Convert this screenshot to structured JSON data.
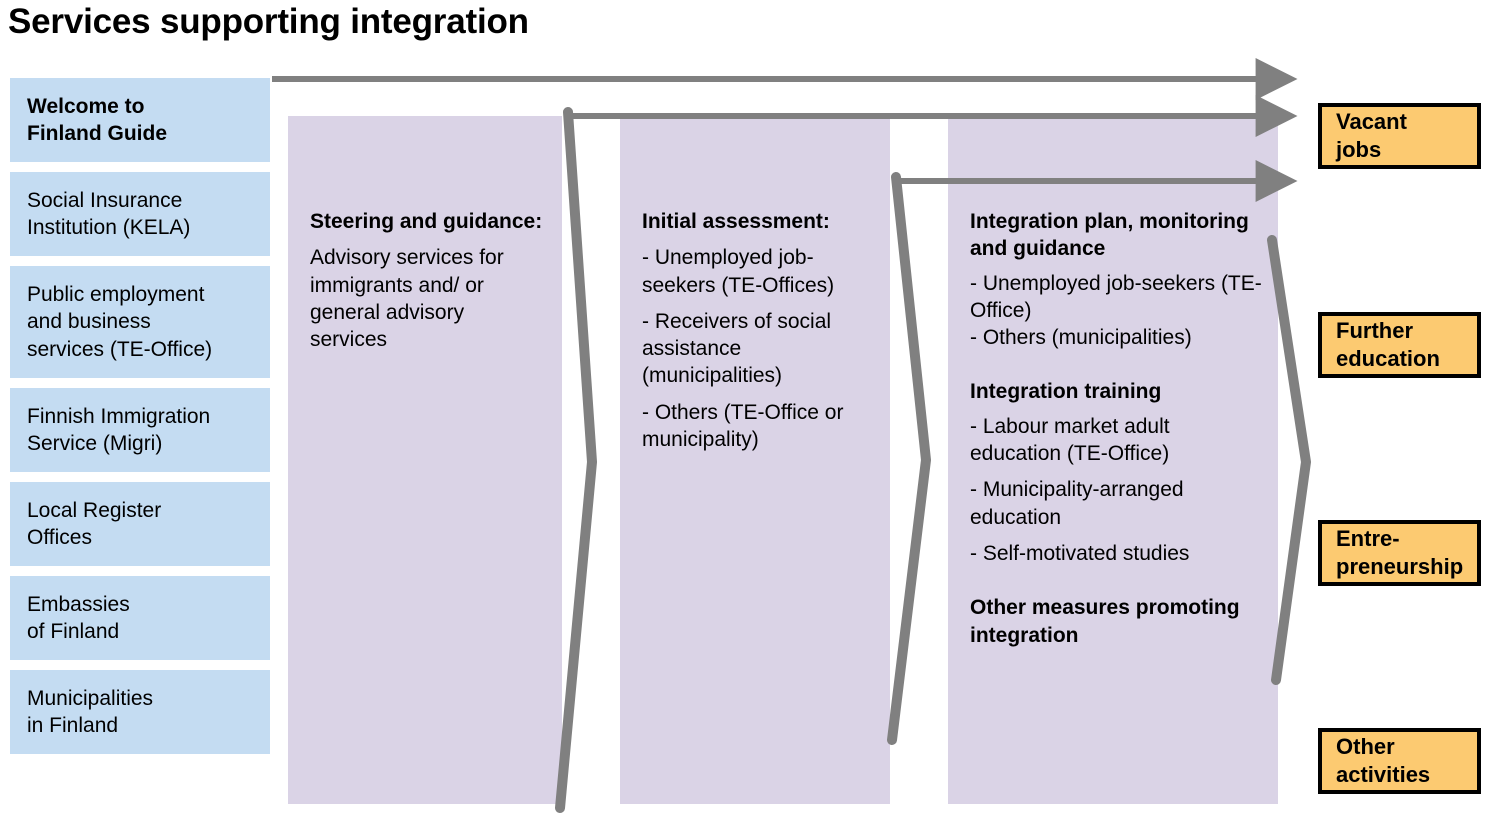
{
  "title": "Services supporting integration",
  "colors": {
    "actor_box": "#c4dcf2",
    "process_column": "#dad3e6",
    "outcome_box": "#fcca71",
    "outcome_border": "#000000",
    "arrow": "#808080"
  },
  "sidebar": {
    "items": [
      {
        "lines": [
          "Welcome to",
          "Finland Guide"
        ],
        "bold": true
      },
      {
        "lines": [
          "Social Insurance",
          "Institution (KELA)"
        ],
        "bold": false
      },
      {
        "lines": [
          "Public employment",
          "and business",
          "services (TE-Office)"
        ],
        "bold": false
      },
      {
        "lines": [
          "Finnish Immigration",
          "Service (Migri)"
        ],
        "bold": false
      },
      {
        "lines": [
          "Local Register",
          "Offices"
        ],
        "bold": false
      },
      {
        "lines": [
          "Embassies",
          "of Finland"
        ],
        "bold": false
      },
      {
        "lines": [
          "Municipalities",
          "in Finland"
        ],
        "bold": false
      }
    ]
  },
  "columns": [
    {
      "heading": "Steering and guidance:",
      "blocks": [
        {
          "type": "paragraph",
          "text": "Advisory services for immigrants and/ or general advisory services"
        }
      ]
    },
    {
      "heading": "Initial assessment:",
      "blocks": [
        {
          "type": "paragraph",
          "text": "- Unemployed job-seekers (TE-Offices)"
        },
        {
          "type": "paragraph",
          "text": "- Receivers of social assistance (municipalities)"
        },
        {
          "type": "paragraph",
          "text": "- Others (TE-Office or municipality)"
        }
      ]
    },
    {
      "heading": "Integration plan, monitoring and guidance",
      "blocks": [
        {
          "type": "paragraph",
          "text": "- Unemployed job-seekers (TE-Office)"
        },
        {
          "type": "paragraph",
          "text": "- Others (municipalities)"
        },
        {
          "type": "subheading",
          "text": "Integration training"
        },
        {
          "type": "paragraph",
          "text": "- Labour market adult education (TE-Office)"
        },
        {
          "type": "paragraph",
          "text": "- Municipality-arranged education"
        },
        {
          "type": "paragraph",
          "text": "- Self-motivated studies"
        },
        {
          "type": "subheading",
          "text": "Other measures promoting integration"
        }
      ]
    }
  ],
  "outcomes": [
    {
      "lines": [
        "Vacant",
        "jobs"
      ]
    },
    {
      "lines": [
        "Further",
        "education"
      ]
    },
    {
      "lines": [
        "Entre-",
        "preneurship"
      ]
    },
    {
      "lines": [
        "Other",
        "activities"
      ]
    }
  ]
}
